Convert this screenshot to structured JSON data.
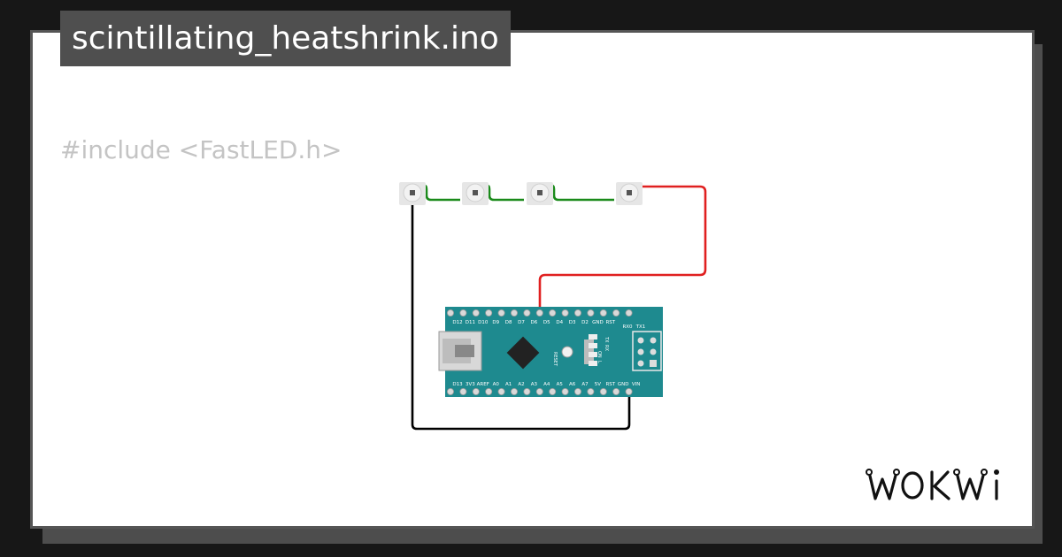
{
  "project": {
    "title": "scintillating_heatshrink.ino",
    "code_preview": "#include <FastLED.h>"
  },
  "board": {
    "name": "Arduino Nano",
    "top_pins": [
      "D12",
      "D11",
      "D10",
      "D9",
      "D8",
      "D7",
      "D6",
      "D5",
      "D4",
      "D3",
      "D2",
      "GND",
      "RST",
      "RX0",
      "TX1"
    ],
    "bottom_pins": [
      "D13",
      "3V3",
      "AREF",
      "A0",
      "A1",
      "A2",
      "A3",
      "A4",
      "A5",
      "A6",
      "A7",
      "5V",
      "RST",
      "GND",
      "VIN"
    ],
    "side_labels": [
      "TX",
      "RX",
      "ON",
      "L"
    ],
    "reset_label": "RESET"
  },
  "leds": [
    "led-1",
    "led-2",
    "led-3",
    "led-4"
  ],
  "wires": [
    {
      "name": "gnd-wire",
      "color": "#000000"
    },
    {
      "name": "data-wire",
      "color": "#e02020"
    },
    {
      "name": "chain-wire",
      "color": "#1a8a1a"
    }
  ],
  "colors": {
    "board": "#1e8a8f",
    "board_dark": "#0f6b70",
    "led_body": "#e8e8e8"
  },
  "brand": {
    "logo": "WOKWI"
  }
}
